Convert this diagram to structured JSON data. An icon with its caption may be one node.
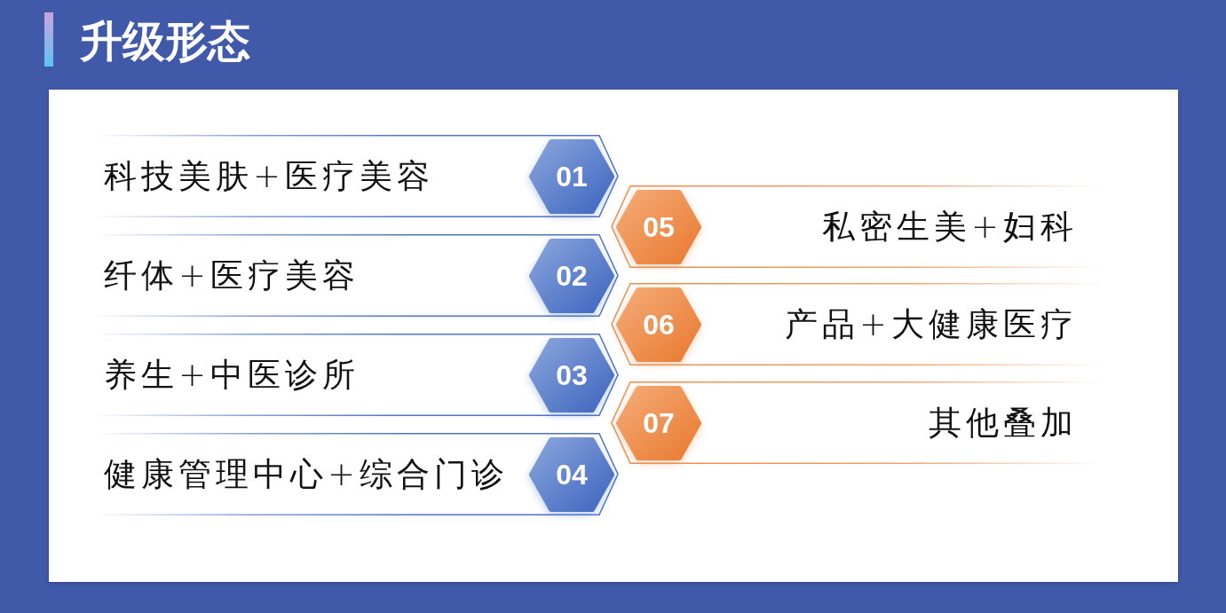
{
  "diagram": {
    "title": "升级形态",
    "nodes": [
      {
        "text": [
          "科技美肤+医疗美容"
        ]
      },
      {
        "text": [
          "01"
        ],
        "in": 0
      },
      {
        "text": [
          "纤体+医疗美容"
        ]
      },
      {
        "text": [
          "02"
        ],
        "in": 2
      },
      {
        "text": [
          "养生+中医诊所"
        ]
      },
      {
        "text": [
          "03"
        ],
        "in": 4
      },
      {
        "text": [
          "健康管理中心+综合门诊"
        ]
      },
      {
        "text": [
          "04"
        ],
        "in": 6
      },
      {
        "text": [
          "私密生美+妇科"
        ]
      },
      {
        "text": [
          "05"
        ],
        "in": 8
      },
      {
        "text": [
          "产品+大健康医疗"
        ]
      },
      {
        "text": [
          "06"
        ],
        "in": 10
      },
      {
        "text": [
          "其他叠加"
        ]
      },
      {
        "text": [
          "07"
        ],
        "in": 12
      }
    ]
  }
}
